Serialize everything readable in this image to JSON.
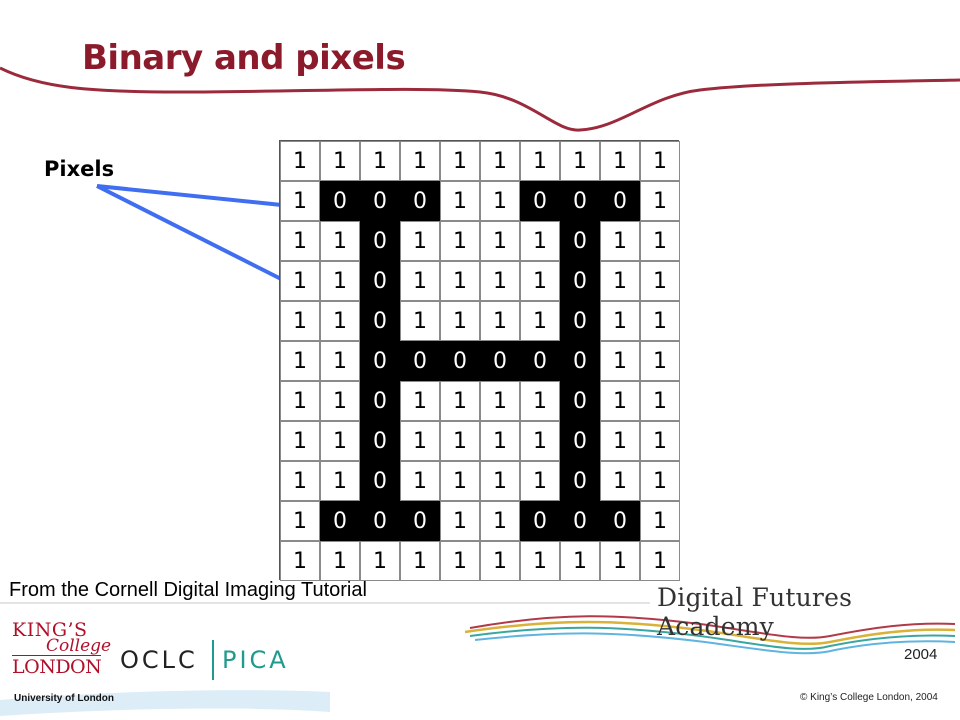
{
  "slide": {
    "title": "Binary and pixels",
    "pixels_label": "Pixels",
    "source_credit": "From the Cornell Digital Imaging Tutorial"
  },
  "grid": {
    "rows": [
      [
        1,
        1,
        1,
        1,
        1,
        1,
        1,
        1,
        1,
        1
      ],
      [
        1,
        0,
        0,
        0,
        1,
        1,
        0,
        0,
        0,
        1
      ],
      [
        1,
        1,
        0,
        1,
        1,
        1,
        1,
        0,
        1,
        1
      ],
      [
        1,
        1,
        0,
        1,
        1,
        1,
        1,
        0,
        1,
        1
      ],
      [
        1,
        1,
        0,
        1,
        1,
        1,
        1,
        0,
        1,
        1
      ],
      [
        1,
        1,
        0,
        0,
        0,
        0,
        0,
        0,
        1,
        1
      ],
      [
        1,
        1,
        0,
        1,
        1,
        1,
        1,
        0,
        1,
        1
      ],
      [
        1,
        1,
        0,
        1,
        1,
        1,
        1,
        0,
        1,
        1
      ],
      [
        1,
        1,
        0,
        1,
        1,
        1,
        1,
        0,
        1,
        1
      ],
      [
        1,
        0,
        0,
        0,
        1,
        1,
        0,
        0,
        0,
        1
      ],
      [
        1,
        1,
        1,
        1,
        1,
        1,
        1,
        1,
        1,
        1
      ]
    ]
  },
  "footer": {
    "academy": "Digital Futures Academy",
    "year": "2004",
    "copyright": "© King’s College London, 2004",
    "kings_line1": "KING’S",
    "kings_line2": "College",
    "kings_line3": "LONDON",
    "university": "University of London",
    "oclc": "OCLC",
    "pica": "PICA"
  },
  "colors": {
    "title": "#8b1a2b",
    "arrow": "#3f6ef0",
    "swoosh_red": "#9b2b3c",
    "kings_red": "#b0102a",
    "pica_teal": "#1f9a8d"
  }
}
